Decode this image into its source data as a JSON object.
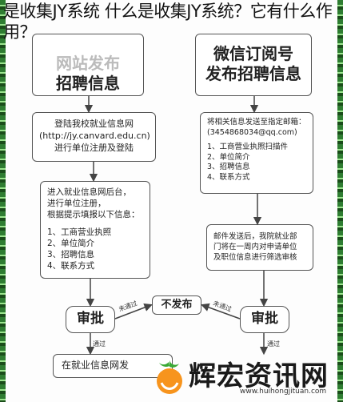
{
  "header": {
    "title": "是收集JY系统 什么是收集JY系统？它有什么作用？"
  },
  "diagram": {
    "left_top": {
      "line1": "网站发布",
      "line2": "招聘信息"
    },
    "right_top": {
      "line1": "微信订阅号",
      "line2": "发布招聘信息"
    },
    "left_step1": [
      "登陆我校就业信息网",
      "(http://jy.canvard.edu.cn)",
      "进行单位注册及登陆"
    ],
    "left_step2": [
      "进入就业信息网后台，",
      "进行单位注册，",
      "根据提示填报以下信息：",
      "",
      "1、工商营业执照",
      "2、单位简介",
      "3、招聘信息",
      "4、联系方式"
    ],
    "right_step1": [
      "将相关信息发送至指定邮箱：",
      "(3454868034@qq.com)",
      "",
      "1、工商营业执照扫描件",
      "2、单位简介",
      "3、招聘信息",
      "4、联系方式"
    ],
    "right_step2": [
      "邮件发送后，我院就业部",
      "门将在一周内对申请单位",
      "及职位信息进行筛选审核"
    ],
    "approve_left": "审批",
    "approve_right": "审批",
    "not_publish": "不发布",
    "not_passed_left": "未通过",
    "not_passed_right": "未通过",
    "passed_left": "通过",
    "passed_right": "通过",
    "final_box": "在就业信息网发"
  },
  "watermark": {
    "brand": "辉宏资讯网",
    "url": "www.huihongjituan.com"
  },
  "colors": {
    "stripe": "#2f7d32",
    "logo_orange": "#f7941d",
    "logo_green": "#3aa935"
  }
}
